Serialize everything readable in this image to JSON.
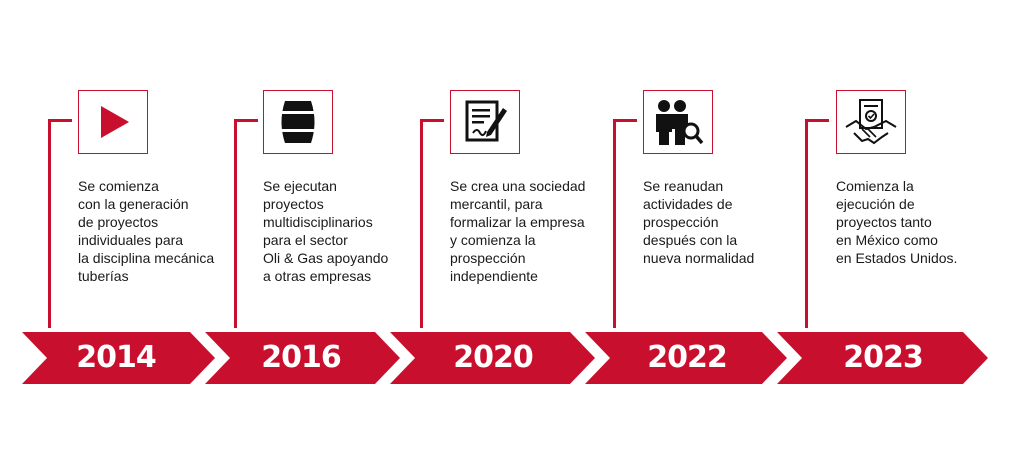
{
  "colors": {
    "accent": "#c8102e",
    "text": "#1a1a1a"
  },
  "milestones": [
    {
      "year": "2014",
      "icon": "play-icon",
      "lines": [
        "Se comienza",
        "con la generación",
        "de proyectos",
        "individuales para",
        "la disciplina mecánica",
        "tuberías"
      ]
    },
    {
      "year": "2016",
      "icon": "barrel-icon",
      "lines": [
        "Se ejecutan",
        "proyectos",
        "multidisciplinarios",
        "para el sector",
        "Oli & Gas apoyando",
        "a otras empresas"
      ]
    },
    {
      "year": "2020",
      "icon": "contract-signing-icon",
      "lines": [
        "Se crea una sociedad",
        "mercantil, para",
        "formalizar la empresa",
        "y comienza la",
        "prospección",
        "independiente"
      ]
    },
    {
      "year": "2022",
      "icon": "people-search-icon",
      "lines": [
        "Se reanudan",
        "actividades de",
        "prospección",
        "después con la",
        "nueva normalidad"
      ]
    },
    {
      "year": "2023",
      "icon": "handshake-agreement-icon",
      "lines": [
        "Comienza la",
        "ejecución de",
        "proyectos tanto",
        "en México como",
        "en Estados Unidos."
      ]
    }
  ]
}
